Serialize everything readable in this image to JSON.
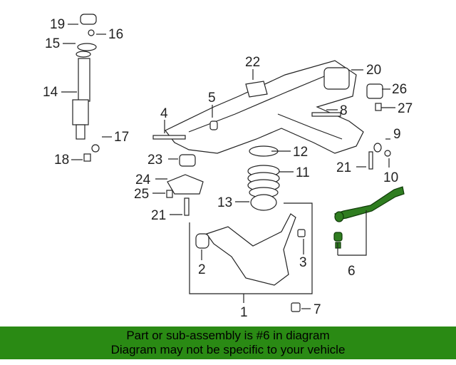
{
  "diagram": {
    "callouts": [
      "19",
      "16",
      "15",
      "14",
      "17",
      "18",
      "22",
      "20",
      "26",
      "27",
      "5",
      "4",
      "8",
      "9",
      "23",
      "12",
      "21",
      "10",
      "24",
      "11",
      "25",
      "21",
      "13",
      "6",
      "2",
      "3",
      "1",
      "7"
    ],
    "highlight_color": "#2f7d20"
  },
  "banner": {
    "line1": "Part or sub-assembly is #6 in diagram",
    "line2": "Diagram may not be specific to your vehicle",
    "background": "#2a8a14"
  }
}
